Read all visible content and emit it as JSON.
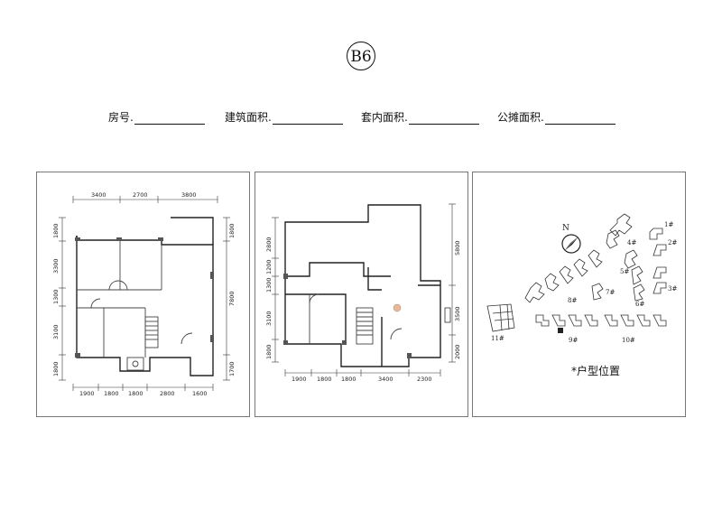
{
  "header": {
    "unit_badge": "B6",
    "fields": [
      {
        "label": "房号."
      },
      {
        "label": "建筑面积."
      },
      {
        "label": "套内面积."
      },
      {
        "label": "公摊面积."
      }
    ]
  },
  "plan_lower": {
    "top_dims": [
      "3400",
      "2700",
      "3800"
    ],
    "bottom_dims": [
      "1900",
      "1800",
      "1800",
      "2800",
      "1600"
    ],
    "left_dims": [
      "1800",
      "3300",
      "1300",
      "3100",
      "1800"
    ],
    "right_dims": [
      "1800",
      "7800",
      "1700"
    ]
  },
  "plan_upper": {
    "left_dims": [
      "2800",
      "1200",
      "1300",
      "3100",
      "1800"
    ],
    "right_dims": [
      "5800",
      "3500",
      "2000"
    ],
    "bottom_dims": [
      "1900",
      "1800",
      "1800",
      "3400",
      "2300"
    ]
  },
  "site_map": {
    "north_label": "N",
    "building_labels": [
      "1#",
      "2#",
      "3#",
      "4#",
      "5#",
      "6#",
      "7#",
      "8#",
      "9#",
      "10#",
      "11#"
    ],
    "caption": "*户型位置"
  }
}
